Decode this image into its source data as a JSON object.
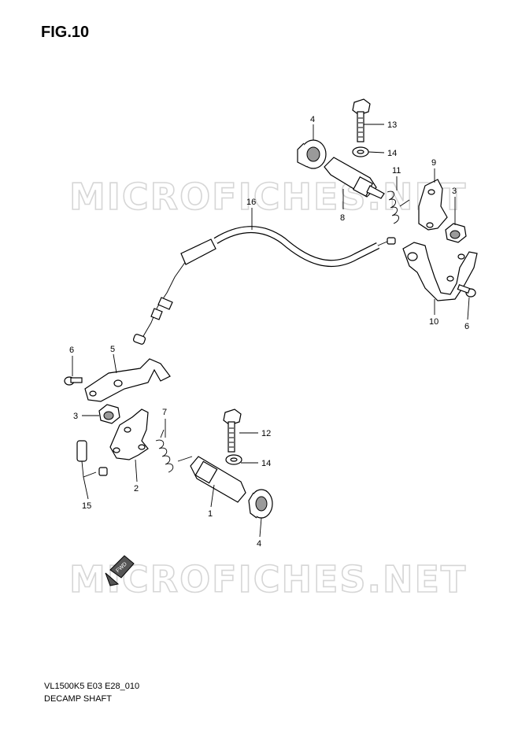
{
  "figure": {
    "title": "FIG.10",
    "model_code": "VL1500K5 E03 E28_010",
    "section_name": "DECAMP SHAFT"
  },
  "watermark": {
    "top": "MICROFICHES.NET",
    "bottom": "MICROFICHES.NET"
  },
  "fwd_label": "FWD",
  "callouts": [
    "4",
    "13",
    "14",
    "11",
    "9",
    "3",
    "8",
    "16",
    "10",
    "6",
    "6",
    "5",
    "3",
    "7",
    "2",
    "12",
    "14",
    "15",
    "1",
    "4"
  ]
}
